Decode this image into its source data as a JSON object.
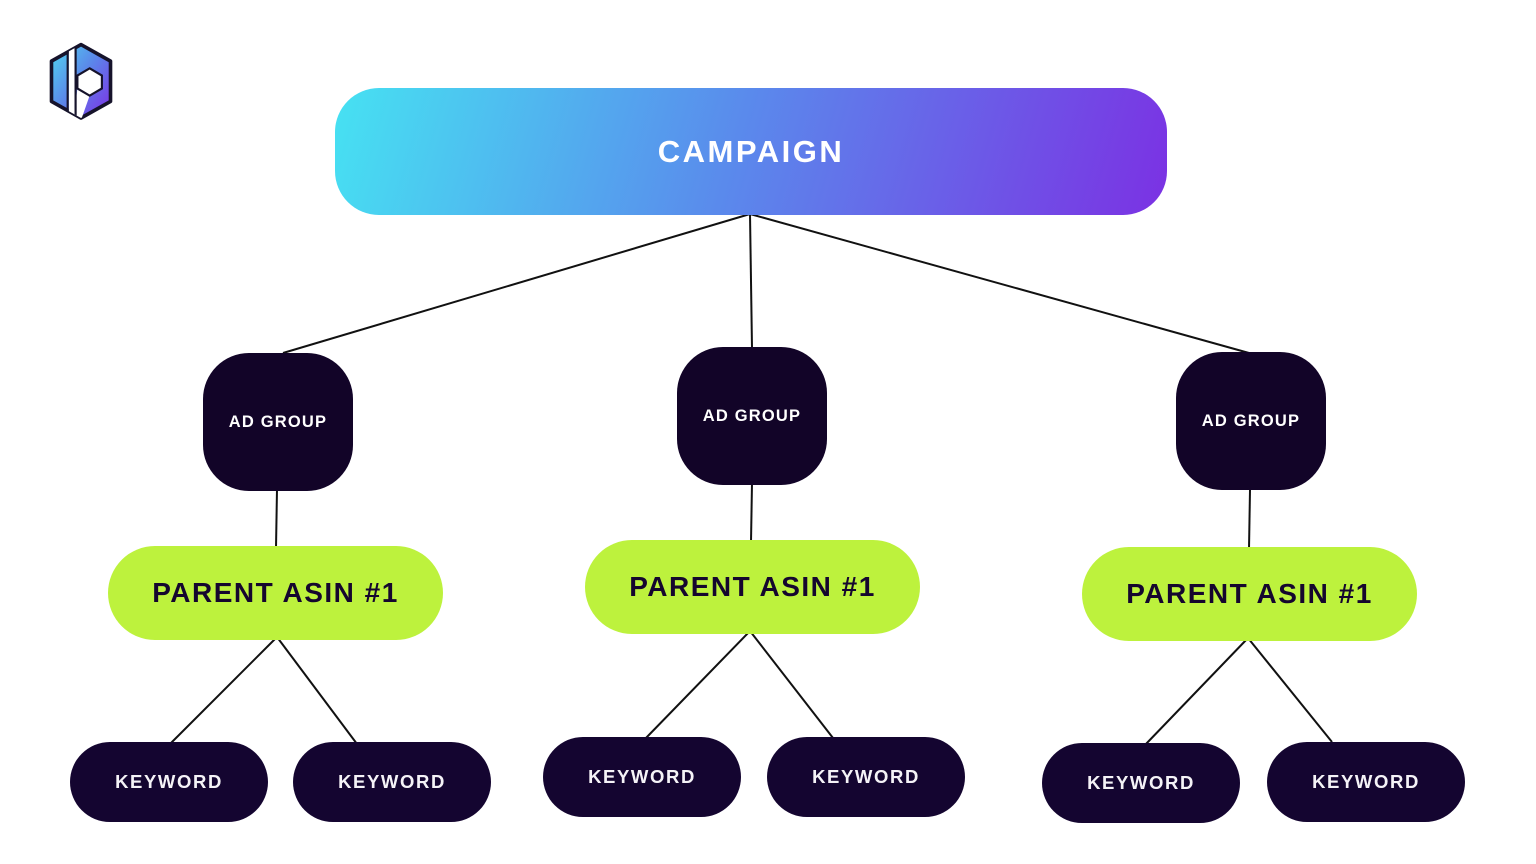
{
  "page": {
    "background": "#ffffff",
    "type": "amazon-ppc-campaign-structure-diagram"
  },
  "logo": {
    "name": "ID hexagon logo",
    "gradient_start": "#4fd9f0",
    "gradient_end": "#7b35e6",
    "outline": "#16132b"
  },
  "tree": {
    "campaign": {
      "label": "CAMPAIGN"
    },
    "ad_groups": [
      {
        "label": "AD GROUP",
        "parent": "CAMPAIGN"
      },
      {
        "label": "AD GROUP",
        "parent": "CAMPAIGN"
      },
      {
        "label": "AD GROUP",
        "parent": "CAMPAIGN"
      }
    ],
    "parent_asins": [
      {
        "label": "PARENT ASIN #1",
        "parent": "AD GROUP 1"
      },
      {
        "label": "PARENT ASIN #1",
        "parent": "AD GROUP 2"
      },
      {
        "label": "PARENT ASIN #1",
        "parent": "AD GROUP 3"
      }
    ],
    "keywords": [
      {
        "label": "KEYWORD",
        "parent": "PARENT ASIN #1 (group 1)"
      },
      {
        "label": "KEYWORD",
        "parent": "PARENT ASIN #1 (group 1)"
      },
      {
        "label": "KEYWORD",
        "parent": "PARENT ASIN #1 (group 2)"
      },
      {
        "label": "KEYWORD",
        "parent": "PARENT ASIN #1 (group 2)"
      },
      {
        "label": "KEYWORD",
        "parent": "PARENT ASIN #1 (group 3)"
      },
      {
        "label": "KEYWORD",
        "parent": "PARENT ASIN #1 (group 3)"
      }
    ]
  },
  "colors": {
    "campaign_gradient_start": "#46e2f2",
    "campaign_gradient_end": "#7b31e3",
    "node_dark": "#120428",
    "node_green": "#bdf23d",
    "text_light": "#ffffff",
    "text_dark": "#15062e",
    "connector": "#111111"
  }
}
